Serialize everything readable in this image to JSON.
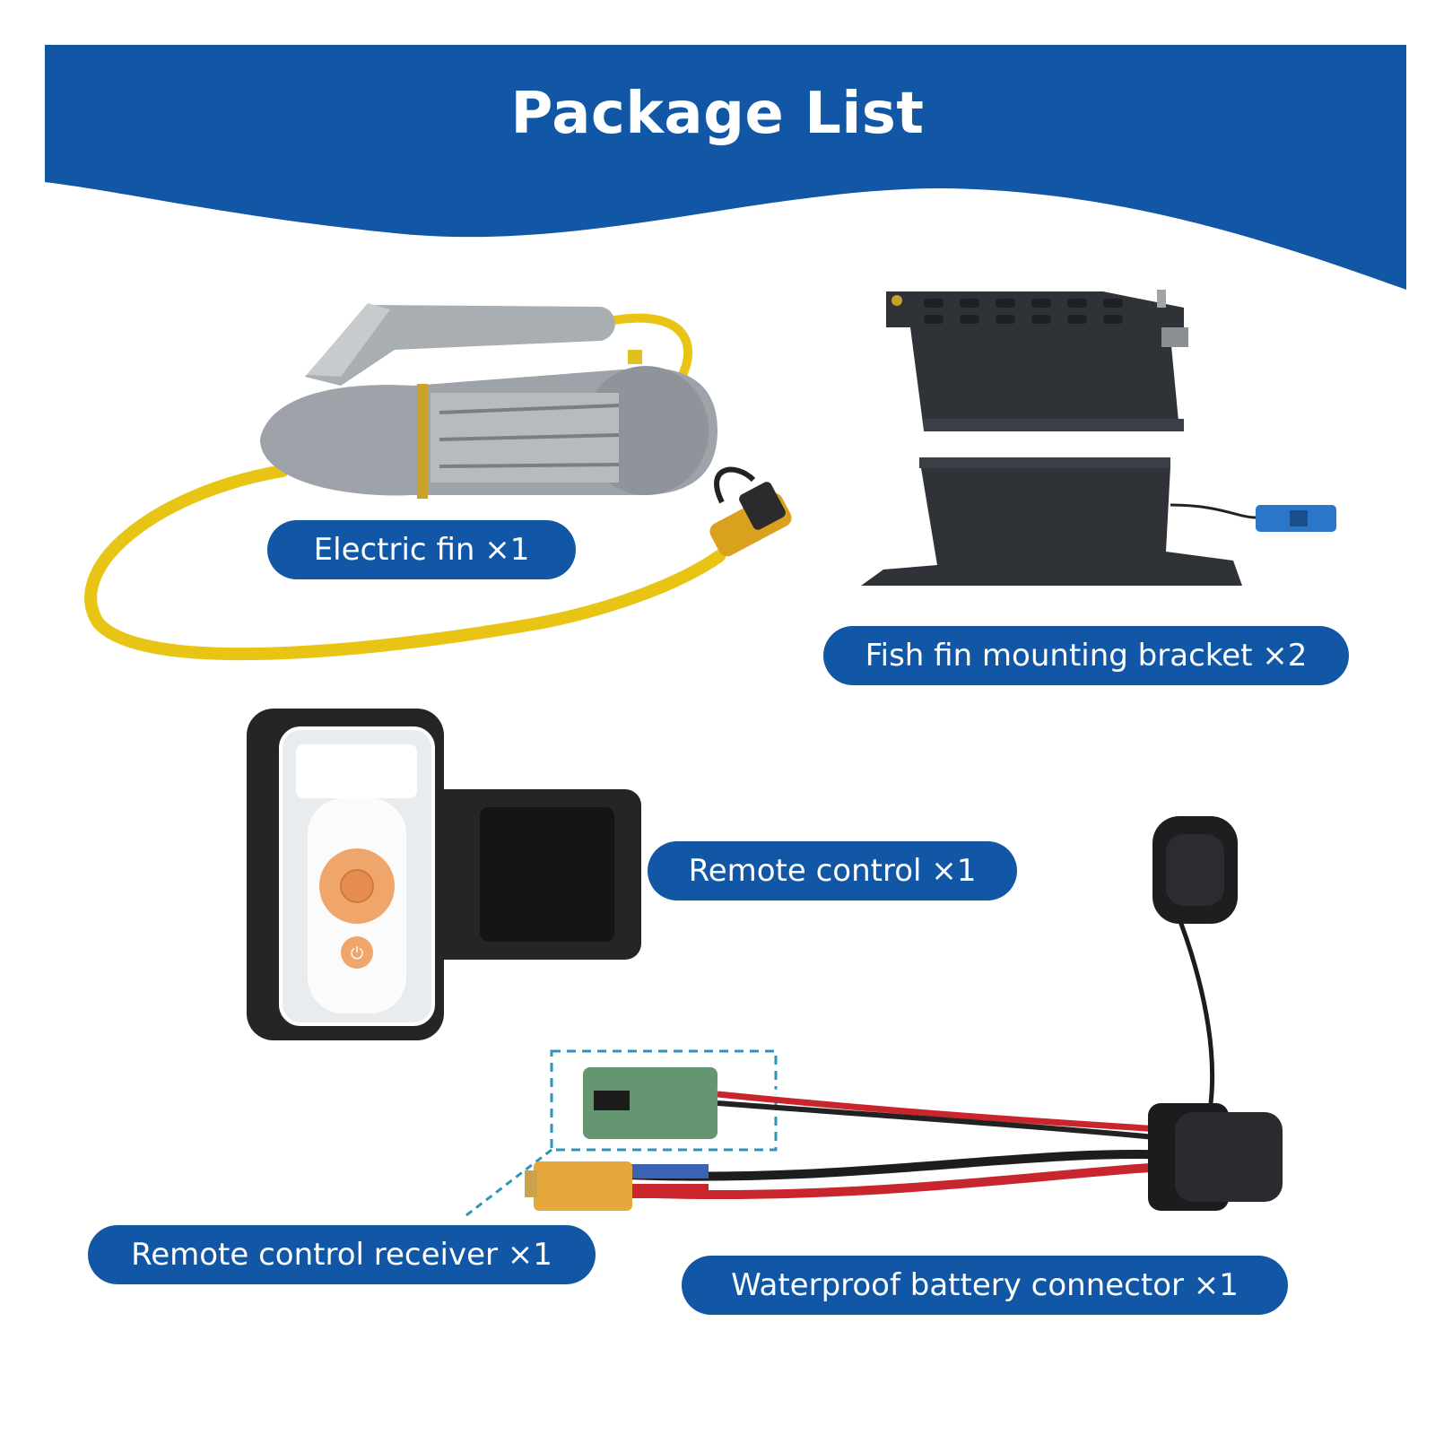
{
  "header": {
    "title": "Package List"
  },
  "colors": {
    "brand_blue": "#1257a5",
    "cable_yellow": "#f3d51a",
    "device_gray": "#9da3a8",
    "bracket_dark": "#2f3338",
    "accent_orange": "#f0a56b",
    "dashed_teal": "#2f95b8"
  },
  "items": [
    {
      "label": "Electric fin ×1",
      "image": "electric-fin"
    },
    {
      "label": "Fish fin mounting bracket ×2",
      "image": "mounting-bracket"
    },
    {
      "label": "Remote control ×1",
      "image": "remote-control-armband"
    },
    {
      "label": "Remote control receiver ×1",
      "image": "receiver-board"
    },
    {
      "label": "Waterproof battery connector ×1",
      "image": "battery-connector"
    }
  ]
}
